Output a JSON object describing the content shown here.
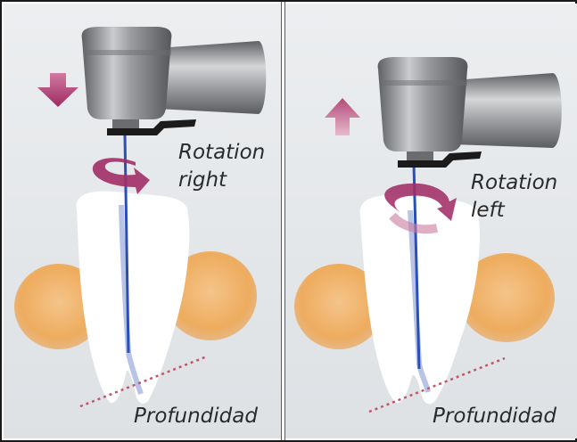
{
  "panels": [
    {
      "id": "left",
      "rotation_label": [
        "Rotation",
        "right"
      ],
      "depth_label": "Profundidad",
      "movement": "down"
    },
    {
      "id": "right",
      "rotation_label": [
        "Rotation",
        "left"
      ],
      "depth_label": "Profundidad",
      "movement": "up"
    }
  ],
  "colors": {
    "background": "#e4e7ea",
    "arrow": "#a22e66",
    "file": "#2b4fb8",
    "tooth": "#ffffff",
    "gum": "#f0b26a",
    "depth_line": "#c0566a",
    "handpiece": "#8d8f93"
  }
}
